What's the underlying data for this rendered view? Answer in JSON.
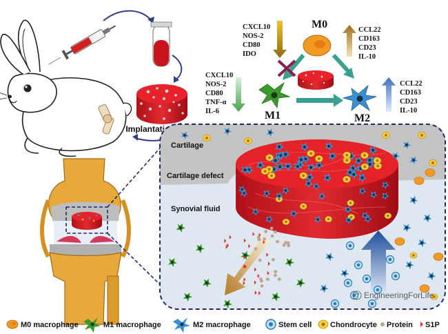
{
  "rabbit": {
    "implant_label": "Implantation"
  },
  "macrophage": {
    "m0_label": "M0",
    "m1_label": "M1",
    "m2_label": "M2",
    "m0_to_m1_markers": [
      "CXCL10",
      "NOS-2",
      "CD80",
      "IDO"
    ],
    "m1_markers": [
      "CXCL10",
      "NOS-2",
      "CD80",
      "TNF-α",
      "IL-6"
    ],
    "m0_to_m2_markers": [
      "CCL22",
      "CD163",
      "CD23",
      "IL-10"
    ],
    "m2_markers": [
      "CCL22",
      "CD163",
      "CD23",
      "IL-10"
    ]
  },
  "inset": {
    "cartilage_label": "Cartilage",
    "defect_label": "Cartilage defect",
    "synovial_label": "Synovial fluid"
  },
  "watermark": "EngineeringForLife",
  "legend": [
    {
      "label": "M0 macrophage",
      "icon": "m0-macrophage-icon"
    },
    {
      "label": "M1 macrophage",
      "icon": "m1-macrophage-icon"
    },
    {
      "label": "M2 macrophage",
      "icon": "m2-macrophage-icon"
    },
    {
      "label": "Stem cell",
      "icon": "stem-cell-icon"
    },
    {
      "label": "Chondrocyte",
      "icon": "chondrocyte-icon"
    },
    {
      "label": "Protein",
      "icon": "protein-icon"
    },
    {
      "label": "S1P",
      "icon": "s1p-icon"
    }
  ],
  "colors": {
    "scaffold": "#e0202a",
    "m0": "#f5a623",
    "m1": "#3a9a2c",
    "m2": "#3a8fd0",
    "stem": "#4aa3d8",
    "chondrocyte": "#f0c020",
    "cartilage": "#c9c9c9",
    "fluid": "#dde6ef",
    "bone": "#e8a93a"
  }
}
